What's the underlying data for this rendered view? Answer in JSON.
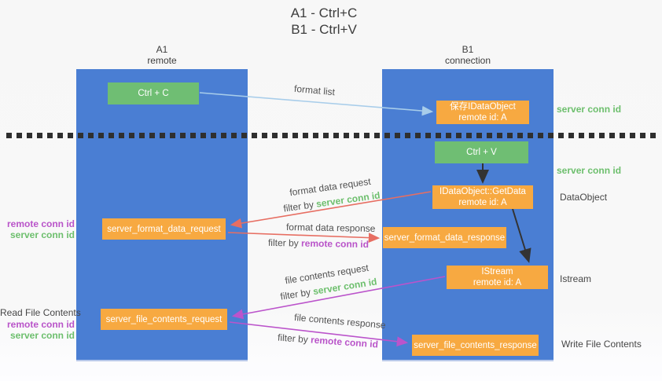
{
  "title": {
    "line1": "A1 - Ctrl+C",
    "line2": "B1 - Ctrl+V"
  },
  "columns": {
    "left": {
      "name": "A1",
      "role": "remote"
    },
    "right": {
      "name": "B1",
      "role": "connection"
    }
  },
  "nodes": {
    "ctrl_c": "Ctrl + C",
    "save_idataobject": {
      "line1": "保存IDataObject",
      "line2": "remote id: A"
    },
    "ctrl_v": "Ctrl + V",
    "getdata": {
      "line1": "IDataObject::GetData",
      "line2": "remote id: A"
    },
    "format_request": "server_format_data_request",
    "format_response": "server_format_data_response",
    "istream": {
      "line1": "IStream",
      "line2": "remote id: A"
    },
    "file_request": "server_file_contents_request",
    "file_response": "server_file_contents_response"
  },
  "side_labels": {
    "server_conn_id_top": "server conn id",
    "server_conn_id_mid": "server conn id",
    "dataobject": "DataObject",
    "istream": "Istream",
    "write_file_contents": "Write File Contents",
    "left_remote_conn_1": "remote conn id",
    "left_server_conn_1": "server conn id",
    "read_file_contents": "Read File Contents",
    "left_remote_conn_2": "remote conn id",
    "left_server_conn_2": "server conn id"
  },
  "flow_labels": {
    "format_list": "format list",
    "format_data_request": "format data request",
    "filter_by_1": "filter by",
    "filter_server_1": "server conn id",
    "format_data_response": "format data response",
    "filter_by_2": "filter by",
    "filter_remote_1": "remote conn id",
    "file_contents_request": "file contents request",
    "filter_by_3": "filter by",
    "filter_server_2": "server conn id",
    "file_contents_response": "file contents response",
    "filter_by_4": "filter by",
    "filter_remote_2": "remote conn id"
  },
  "colors": {
    "lifeline_blue": "#4a7ed3",
    "node_green": "#6fbe73",
    "node_orange": "#f7a941",
    "arrow_light_blue": "#a8cdea",
    "arrow_red": "#e76e62",
    "arrow_purple": "#bb54cb",
    "arrow_black": "#333333",
    "text_green": "#6dbf6d",
    "text_purple": "#b954c9"
  }
}
